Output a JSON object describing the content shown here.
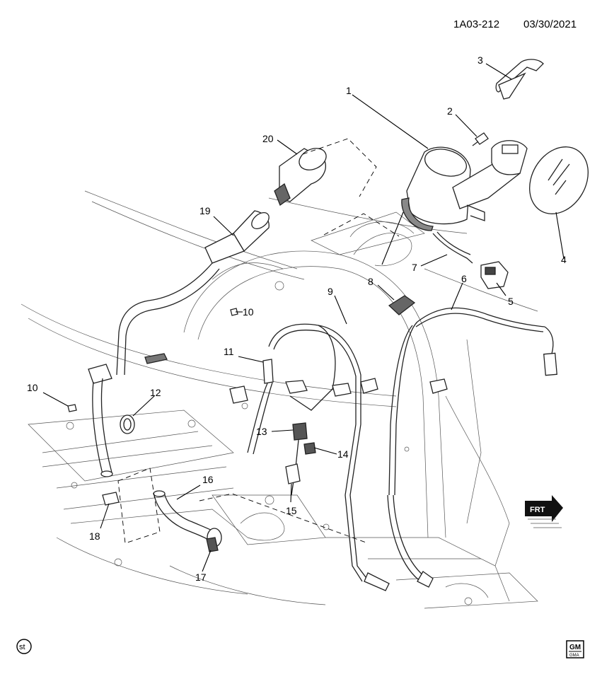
{
  "header": {
    "code": "1A03-212",
    "date": "03/30/2021"
  },
  "callouts": [
    "1",
    "2",
    "3",
    "4",
    "5",
    "6",
    "7",
    "8",
    "9",
    "10",
    "10",
    "11",
    "12",
    "13",
    "14",
    "15",
    "16",
    "17",
    "18",
    "19",
    "20"
  ],
  "badges": {
    "st": "st",
    "gm_top": "GM",
    "gm_bottom": "GMA"
  },
  "front_arrow": "FRT"
}
